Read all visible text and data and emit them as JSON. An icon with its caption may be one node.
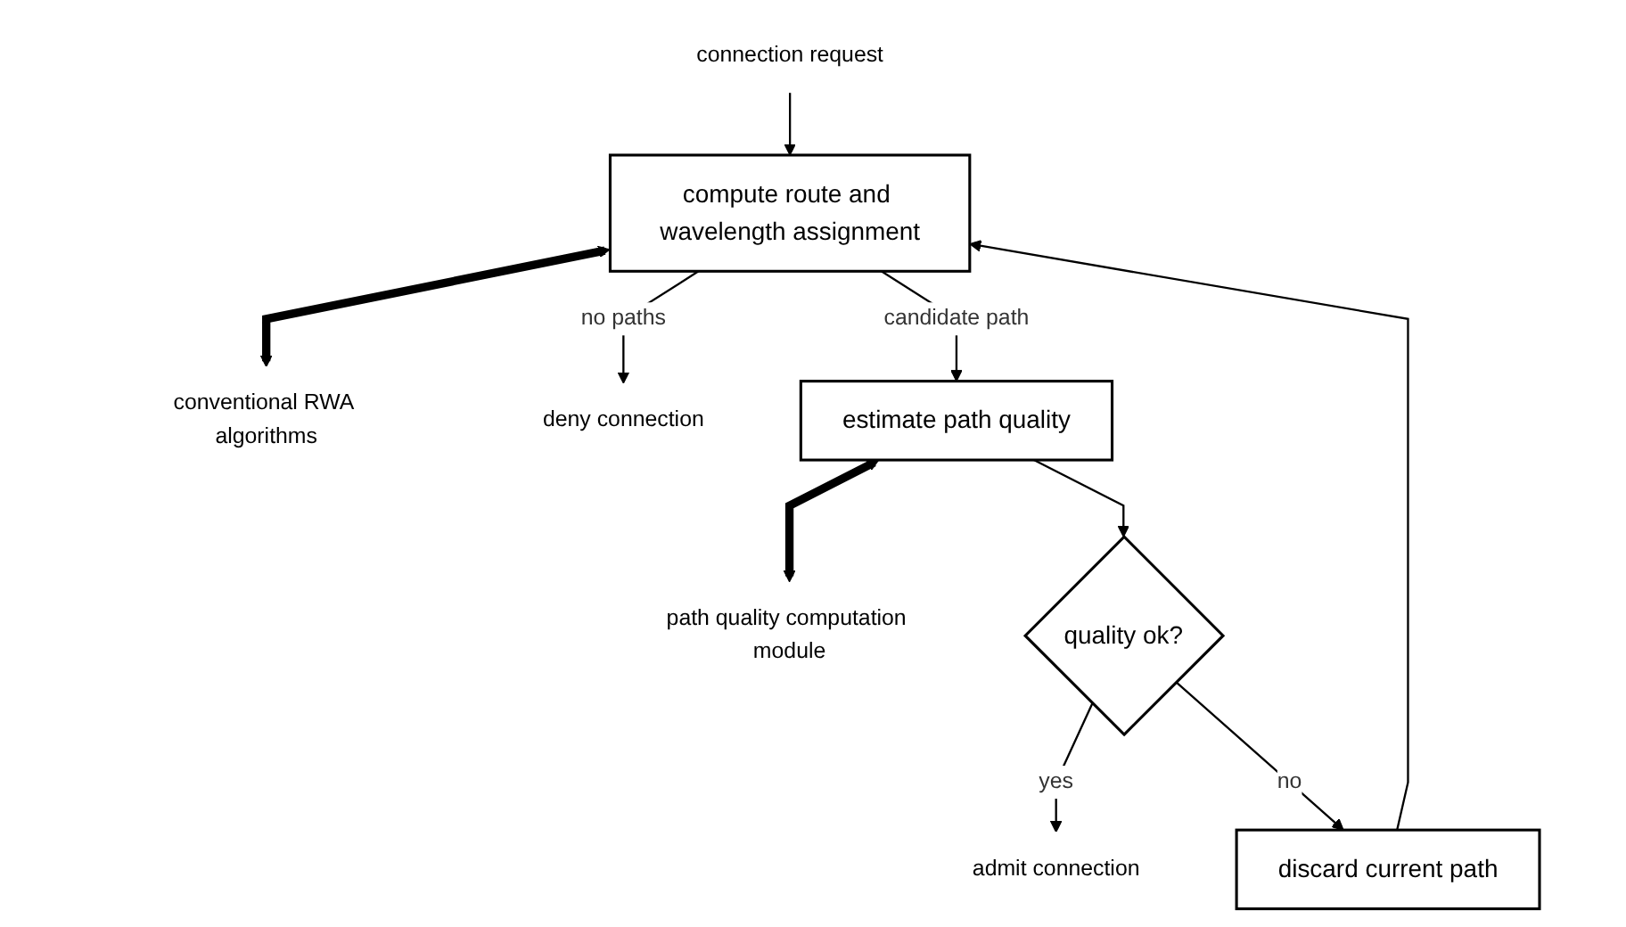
{
  "diagram": {
    "nodes": [
      {
        "text": [
          "connection request"
        ]
      },
      {
        "text": [
          "compute route and wavelength assignment"
        ]
      },
      {
        "text": [
          "conventional RWA algorithms"
        ]
      },
      {
        "text": [
          "deny connection"
        ]
      },
      {
        "text": [
          "discard current path"
        ]
      },
      {
        "text": [
          "estimate path quality"
        ]
      },
      {
        "text": [
          "path quality computation module"
        ]
      },
      {
        "text": [
          "quality ok?"
        ]
      },
      {
        "text": [
          "admit connection"
        ]
      }
    ],
    "edges": [
      {
        "from": 0,
        "to": 1,
        "arrow": "to"
      },
      {
        "from": 1,
        "to": 2,
        "arrow": "both",
        "style": "thick"
      },
      {
        "from": 1,
        "to": 3,
        "arrow": "to",
        "label": "no paths"
      },
      {
        "from": 4,
        "to": 1,
        "arrow": "to"
      },
      {
        "from": 1,
        "to": 5,
        "arrow": "to",
        "label": "candidate path"
      },
      {
        "from": 5,
        "to": 6,
        "arrow": "both",
        "style": "thick"
      },
      {
        "from": 5,
        "to": 7,
        "arrow": "to"
      },
      {
        "from": 7,
        "to": 8,
        "arrow": "to",
        "label": "yes"
      },
      {
        "from": 7,
        "to": 4,
        "arrow": "to",
        "label": "no"
      }
    ]
  }
}
